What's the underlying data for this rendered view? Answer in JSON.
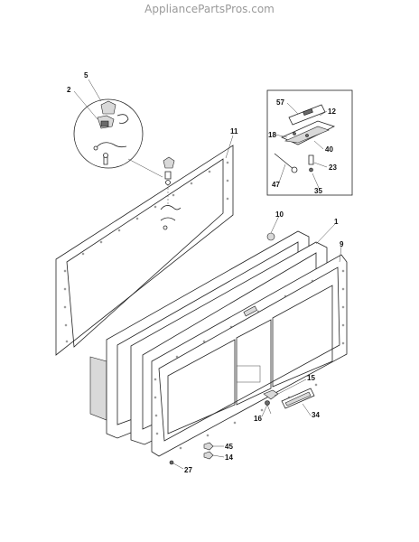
{
  "watermark": "AppliancePartsPros.com",
  "callouts": {
    "c1": "1",
    "c2": "2",
    "c5": "5",
    "c9": "9",
    "c10": "10",
    "c11": "11",
    "c12": "12",
    "c14": "14",
    "c15": "15",
    "c16": "16",
    "c18": "18",
    "c23": "23",
    "c27": "27",
    "c34": "34",
    "c35": "35",
    "c40": "40",
    "c45": "45",
    "c47": "47",
    "c57": "57"
  },
  "icons": {
    "hinge-parts-bubble": "circle-detail",
    "lock-inset": "box-detail"
  }
}
